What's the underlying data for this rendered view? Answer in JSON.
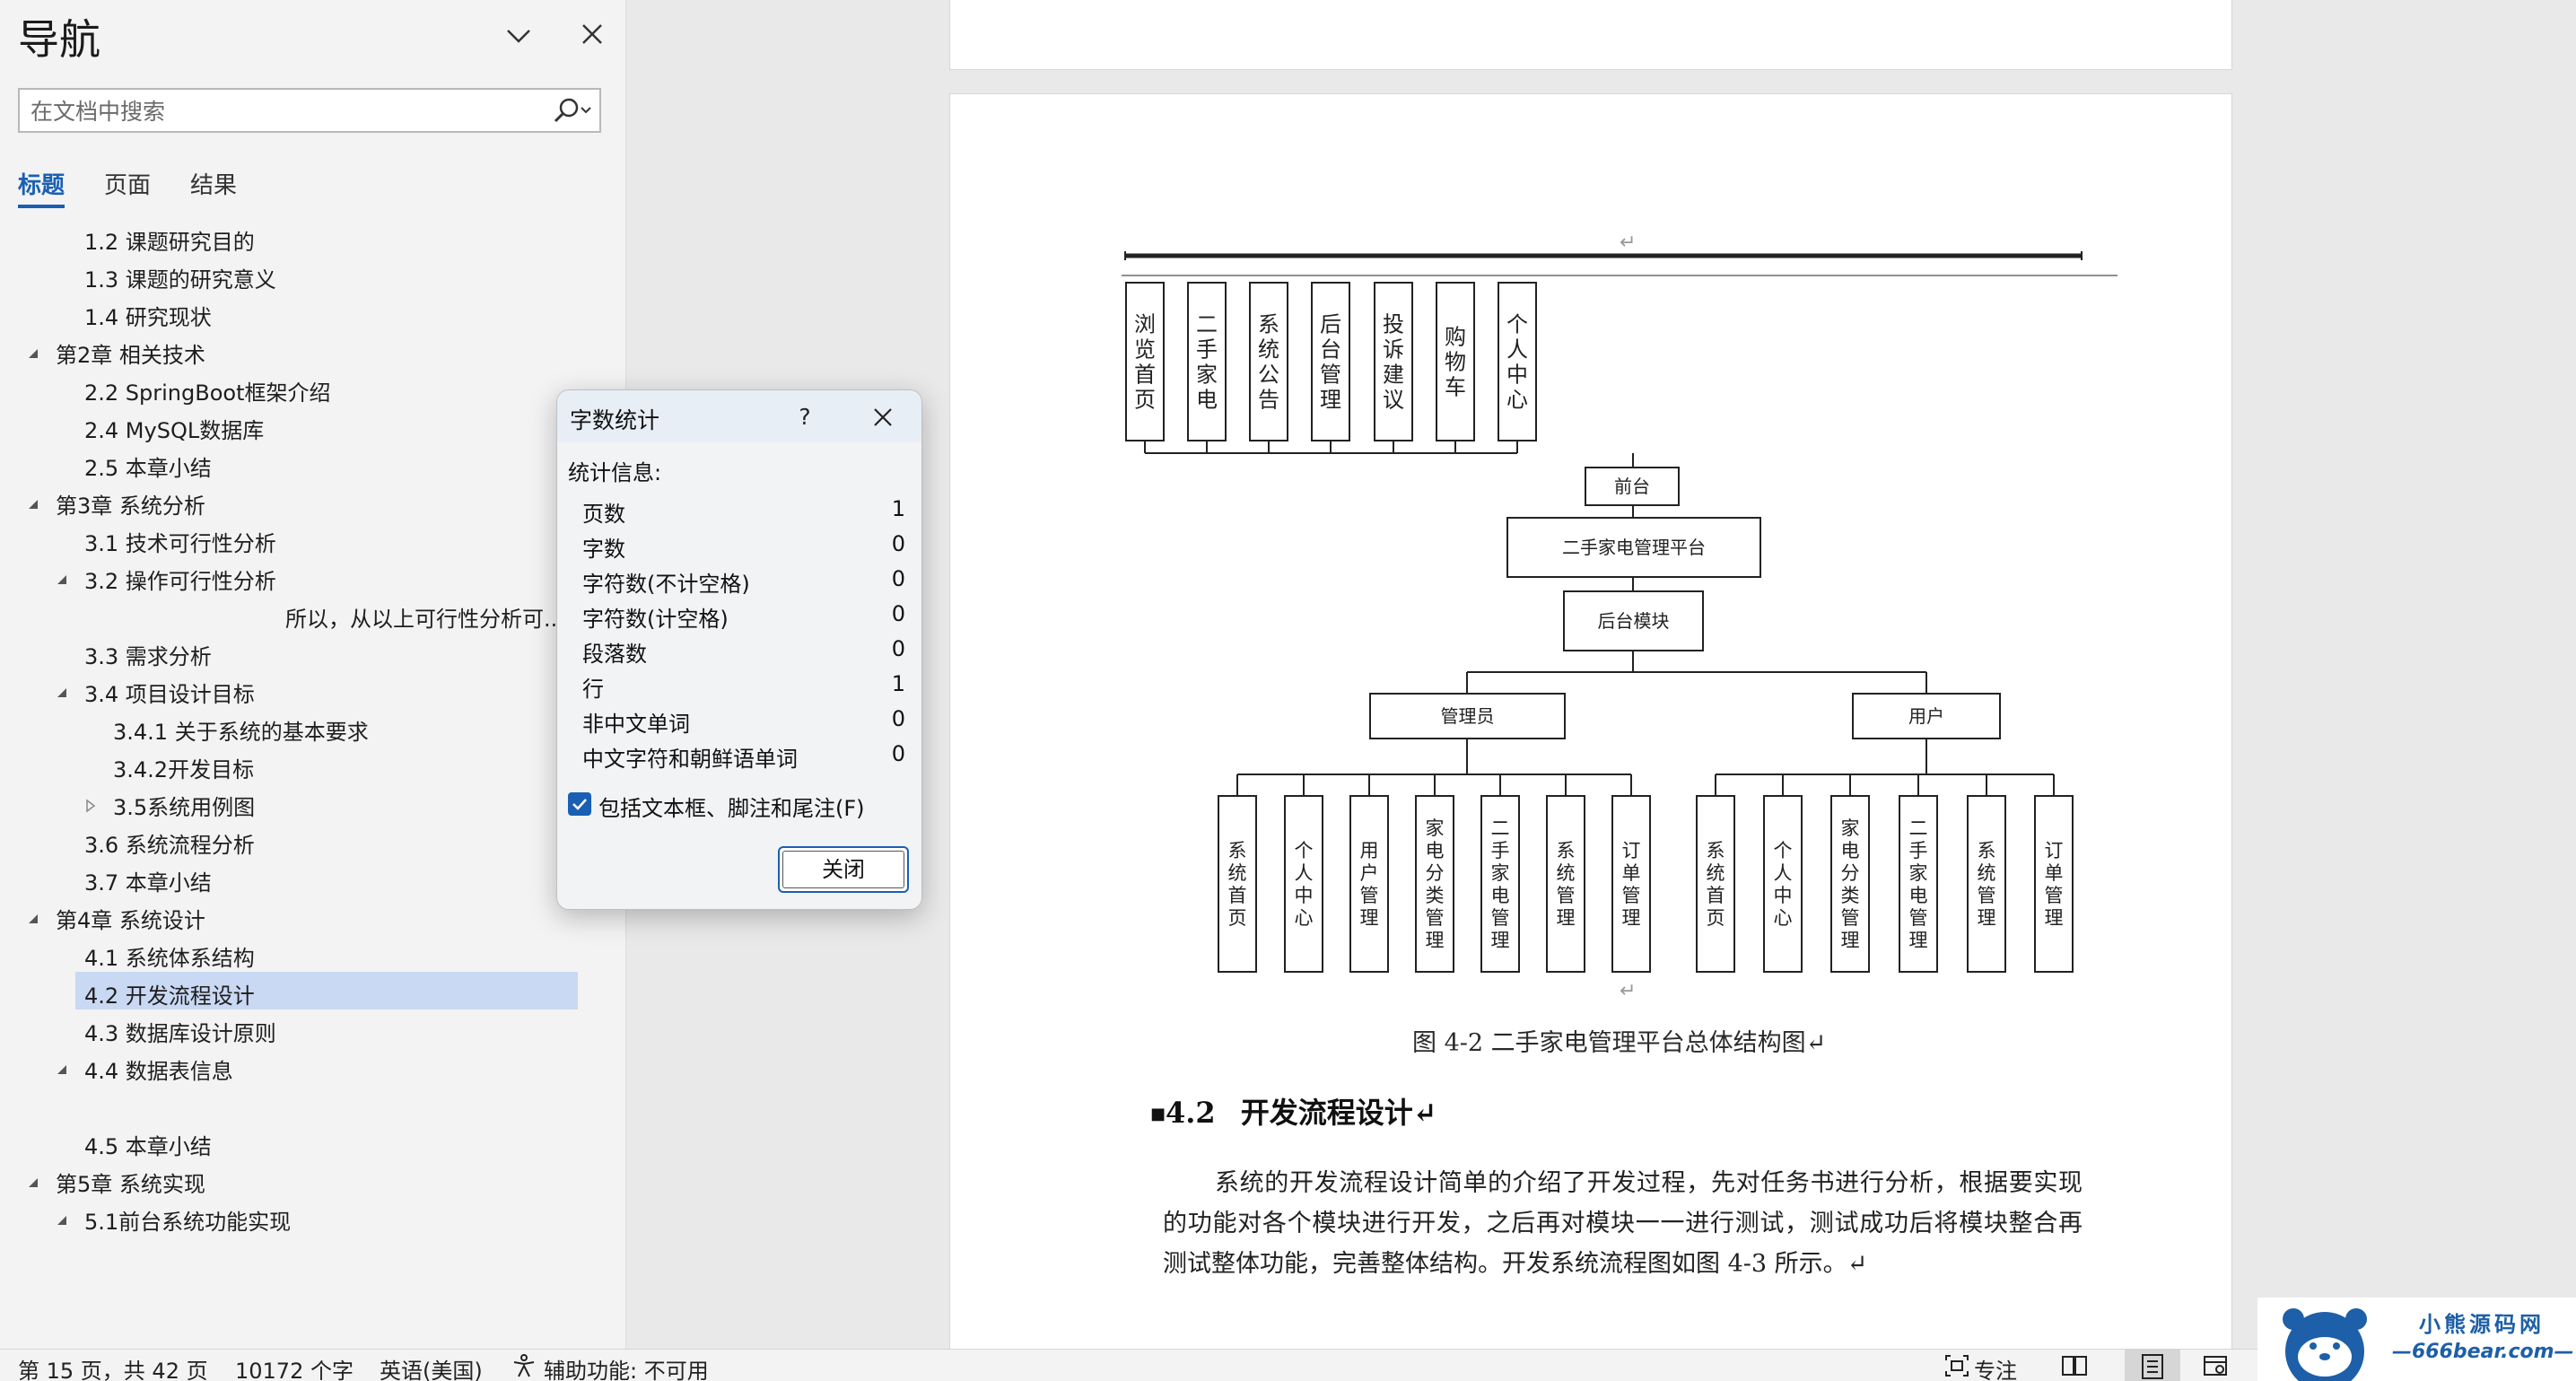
{
  "nav": {
    "title": "导航",
    "search_placeholder": "在文档中搜索",
    "tabs": [
      "标题",
      "页面",
      "结果"
    ],
    "headings": [
      {
        "text": "1.2 课题研究目的",
        "level": 2
      },
      {
        "text": "1.3 课题的研究意义",
        "level": 2
      },
      {
        "text": "1.4 研究现状",
        "level": 2
      },
      {
        "text": "第2章  相关技术",
        "level": 1,
        "toggle": "expanded"
      },
      {
        "text": "2.2  SpringBoot框架介绍",
        "level": 2
      },
      {
        "text": "2.4 MySQL数据库",
        "level": 2
      },
      {
        "text": "2.5 本章小结",
        "level": 2
      },
      {
        "text": "第3章  系统分析",
        "level": 1,
        "toggle": "expanded"
      },
      {
        "text": "3.1 技术可行性分析",
        "level": 2
      },
      {
        "text": "3.2  操作可行性分析",
        "level": 2,
        "toggle": "expanded"
      },
      {
        "text": "所以，从以上可行性分析可...",
        "level": 4
      },
      {
        "text": "3.3 需求分析",
        "level": 2
      },
      {
        "text": "3.4 项目设计目标",
        "level": 2,
        "toggle": "expanded"
      },
      {
        "text": "3.4.1 关于系统的基本要求",
        "level": 3
      },
      {
        "text": "3.4.2开发目标",
        "level": 3
      },
      {
        "text": "3.5系统用例图",
        "level": 3,
        "toggle": "collapsed"
      },
      {
        "text": "3.6 系统流程分析",
        "level": 2
      },
      {
        "text": "3.7  本章小结",
        "level": 2
      },
      {
        "text": "第4章  系统设计",
        "level": 1,
        "toggle": "expanded"
      },
      {
        "text": "4.1 系统体系结构",
        "level": 2
      },
      {
        "text": "4.2  开发流程设计",
        "level": 2,
        "selected": true
      },
      {
        "text": "4.3   数据库设计原则",
        "level": 2
      },
      {
        "text": "4.4  数据表信息",
        "level": 2,
        "toggle": "expanded"
      },
      {
        "text": "",
        "level": 2
      },
      {
        "text": "4.5  本章小结",
        "level": 2
      },
      {
        "text": "第5章  系统实现",
        "level": 1,
        "toggle": "expanded"
      },
      {
        "text": "5.1前台系统功能实现",
        "level": 2,
        "toggle": "expanded"
      }
    ]
  },
  "dialog": {
    "title": "字数统计",
    "help": "?",
    "info_label": "统计信息:",
    "stats": [
      {
        "label": "页数",
        "value": "1"
      },
      {
        "label": "字数",
        "value": "0"
      },
      {
        "label": "字符数(不计空格)",
        "value": "0"
      },
      {
        "label": "字符数(计空格)",
        "value": "0"
      },
      {
        "label": "段落数",
        "value": "0"
      },
      {
        "label": "行",
        "value": "1"
      },
      {
        "label": "非中文单词",
        "value": "0"
      },
      {
        "label": "中文字符和朝鲜语单词",
        "value": "0"
      }
    ],
    "checkbox_label": "包括文本框、脚注和尾注(F)",
    "checkbox_checked": true,
    "close_button": "关闭"
  },
  "document": {
    "figure": {
      "top_boxes": [
        "浏览首页",
        "二手家电",
        "系统公告",
        "后台管理",
        "投诉建议",
        "购物车",
        "个人中心"
      ],
      "frontend": "前台",
      "platform": "二手家电管理平台",
      "backend": "后台模块",
      "admin": "管理员",
      "user": "用户",
      "admin_boxes": [
        "系统首页",
        "个人中心",
        "用户管理",
        "家电分类管理",
        "二手家电管理",
        "系统管理",
        "订单管理"
      ],
      "user_boxes": [
        "系统首页",
        "个人中心",
        "家电分类管理",
        "二手家电管理",
        "系统管理",
        "订单管理"
      ]
    },
    "return_mark": "↵",
    "caption": "图 4-2  二手家电管理平台总体结构图↵",
    "section_number": "4.2",
    "section_title": "开发流程设计↵",
    "paragraph": "系统的开发流程设计简单的介绍了开发过程，先对任务书进行分析，根据要实现的功能对各个模块进行开发，之后再对模块一一进行测试，测试成功后将模块整合再测试整体功能，完善整体结构。开发系统流程图如图 4-3 所示。↵"
  },
  "status": {
    "page": "第 15 页，共 42 页",
    "words": "10172 个字",
    "language": "英语(美国)",
    "accessibility": "辅助功能: 不可用",
    "focus": "专注"
  },
  "watermark": {
    "line1": "小熊源码网",
    "line2": "—666bear.com—"
  }
}
